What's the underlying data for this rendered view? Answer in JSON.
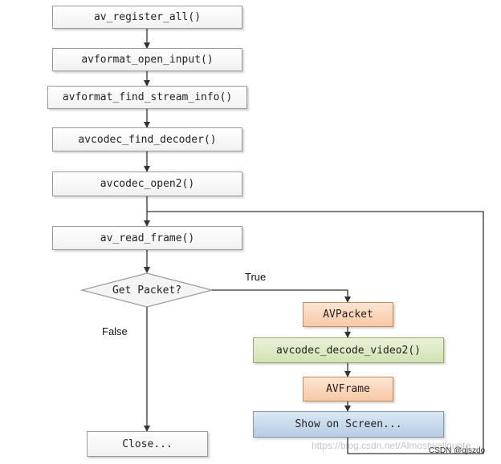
{
  "nodes": {
    "register": "av_register_all()",
    "open_input": "avformat_open_input()",
    "find_stream_info": "avformat_find_stream_info()",
    "find_decoder": "avcodec_find_decoder()",
    "open2": "avcodec_open2()",
    "read_frame": "av_read_frame()",
    "get_packet": "Get Packet?",
    "avpacket": "AVPacket",
    "decode_video2": "avcodec_decode_video2()",
    "avframe": "AVFrame",
    "show": "Show on Screen...",
    "close": "Close..."
  },
  "edges": {
    "true_label": "True",
    "false_label": "False"
  },
  "footer": {
    "watermark": "https://blog.csdn.net/Almostwallquote",
    "credit": "CSDN @qjszdo"
  },
  "colors": {
    "default_fill": "#f4f4f4",
    "avpacket_fill": "#f9d4b8",
    "decode_fill": "#dce9c4",
    "avframe_fill": "#f9d4b8",
    "show_fill": "#c6d8ea",
    "line": "#333333"
  }
}
